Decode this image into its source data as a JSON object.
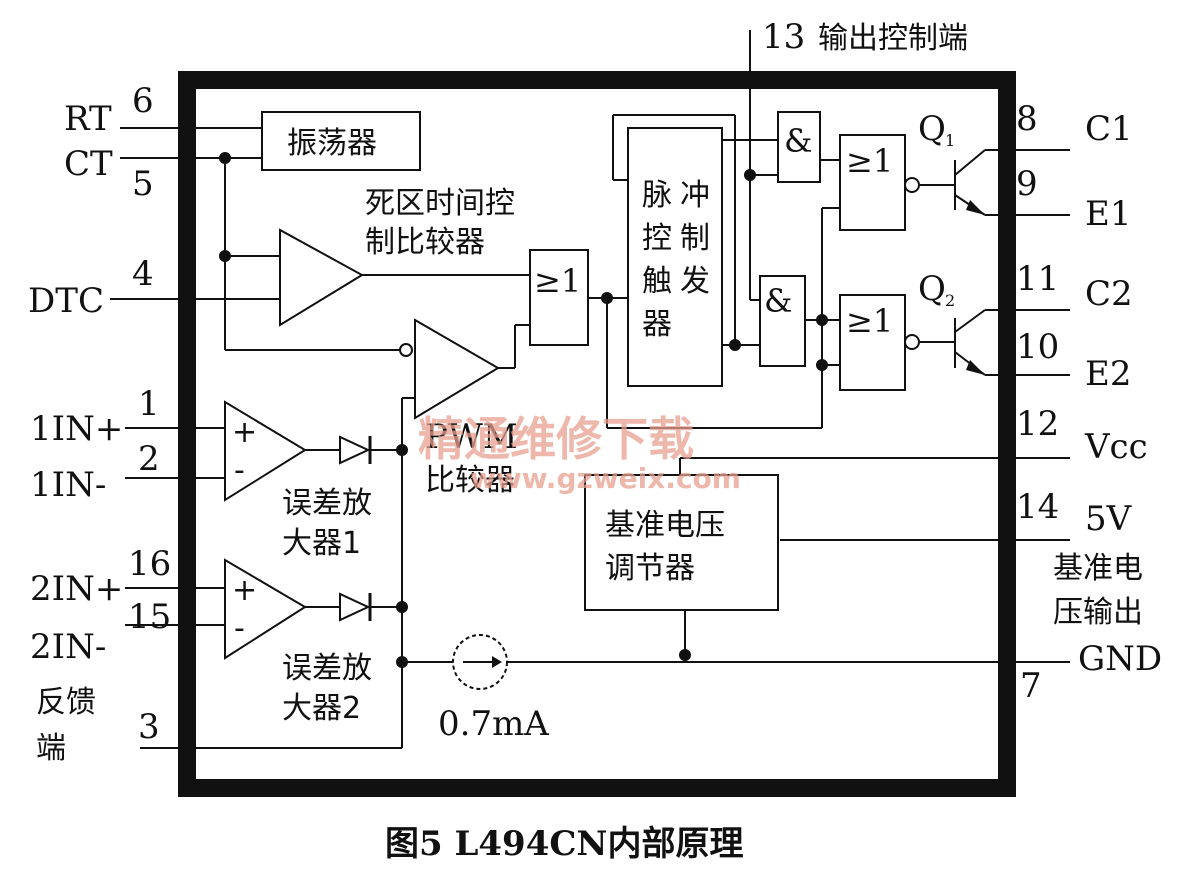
{
  "caption": "图5    L494CN内部原理",
  "pins": {
    "rt": {
      "name": "RT",
      "num": "6"
    },
    "ct": {
      "name": "CT",
      "num": "5"
    },
    "dtc": {
      "name": "DTC",
      "num": "4"
    },
    "in1p": {
      "name": "1IN+",
      "num": "1"
    },
    "in1m": {
      "name": "1IN-",
      "num": "2"
    },
    "in2p": {
      "name": "2IN+",
      "num": "16"
    },
    "in2m": {
      "name": "2IN-",
      "num": "15"
    },
    "fb": {
      "name_line1": "反馈",
      "name_line2": "端",
      "num": "3"
    },
    "ctrl": {
      "num": "13",
      "name": "输出控制端"
    },
    "c1": {
      "name": "C1",
      "num": "8"
    },
    "e1": {
      "name": "E1",
      "num": "9"
    },
    "c2": {
      "name": "C2",
      "num": "11"
    },
    "e2": {
      "name": "E2",
      "num": "10"
    },
    "vcc": {
      "name": "Vcc",
      "num": "12"
    },
    "ref": {
      "name": "5V",
      "num": "14",
      "desc_line1": "基准电",
      "desc_line2": "压输出"
    },
    "gnd": {
      "name": "GND",
      "num": "7"
    }
  },
  "blocks": {
    "oscillator": "振荡器",
    "deadtime_line1": "死区时间控",
    "deadtime_line2": "制比较器",
    "pwm_line1": "PWM",
    "pwm_line2": "比较器",
    "flipflop": [
      "脉",
      "冲",
      "控",
      "制",
      "触",
      "发",
      "器"
    ],
    "ea1_line1": "误差放",
    "ea1_line2": "大器1",
    "ea2_line1": "误差放",
    "ea2_line2": "大器2",
    "vref_line1": "基准电压",
    "vref_line2": "调节器",
    "current_source": "0.7mA",
    "or_gate": "≥1",
    "and_gate": "&",
    "q1": "Q",
    "q1_sub": "1",
    "q2": "Q",
    "q2_sub": "2",
    "plus": "+",
    "minus": "-"
  },
  "watermark": {
    "line1": "精通维修下载",
    "line2": "www.gzweix.com"
  }
}
